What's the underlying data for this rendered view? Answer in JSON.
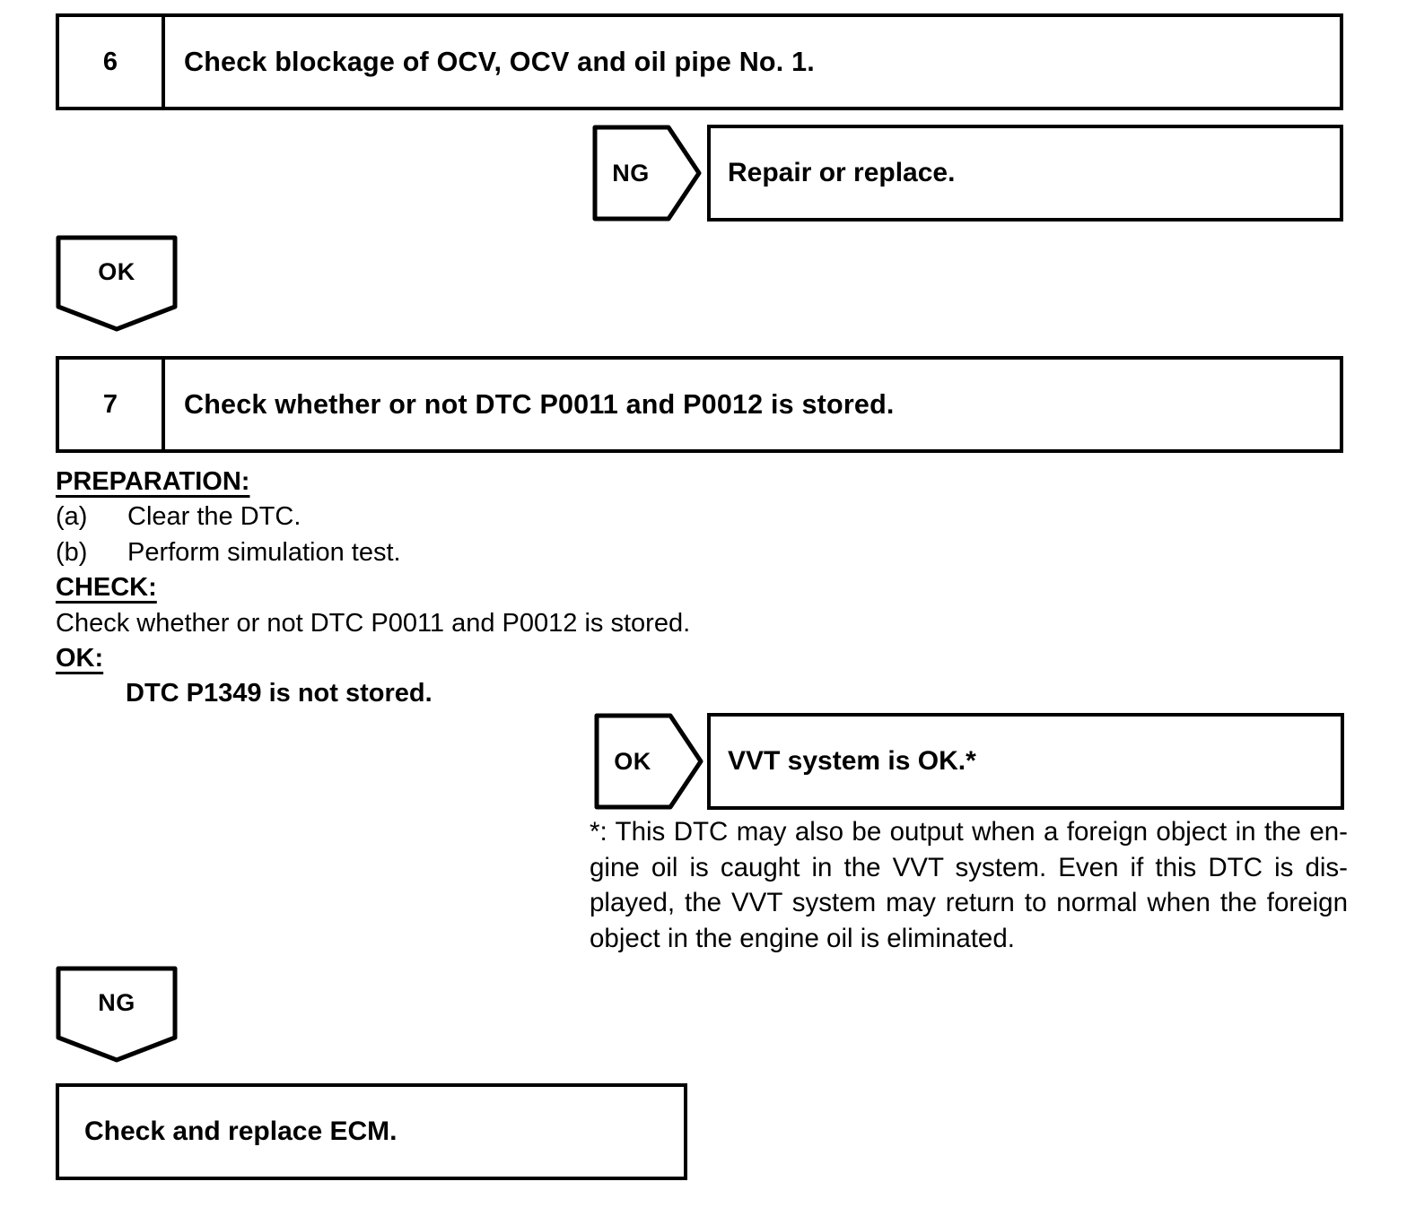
{
  "steps": [
    {
      "number": "6",
      "title": "Check blockage of OCV, OCV and oil pipe No. 1."
    },
    {
      "number": "7",
      "title": "Check whether or not DTC P0011 and P0012 is stored."
    }
  ],
  "connectors": {
    "ng_to_repair": "NG",
    "ok_down_after_step6": "OK",
    "ok_to_vvt": "OK",
    "ng_down_after_step7": "NG"
  },
  "results": {
    "repair": "Repair or replace.",
    "vvt_ok": "VVT system is OK.*",
    "ecm": "Check and replace ECM."
  },
  "details": {
    "preparation_label": "PREPARATION:",
    "items": [
      {
        "marker": "(a)",
        "text": "Clear the DTC."
      },
      {
        "marker": "(b)",
        "text": "Perform simulation test."
      }
    ],
    "check_label": "CHECK:",
    "check_text": "Check whether or not DTC P0011 and P0012 is stored.",
    "ok_label": "OK:",
    "ok_text": "DTC P1349 is not stored."
  },
  "footnote": {
    "lines": [
      "*: This DTC may also be output when a foreign object in the en-",
      "gine oil is caught in the VVT system. Even if this DTC is dis-",
      "played, the VVT system may return to normal when the foreign",
      "object in the engine oil is eliminated."
    ]
  },
  "colors": {
    "ink": "#000000",
    "paper": "#ffffff"
  }
}
